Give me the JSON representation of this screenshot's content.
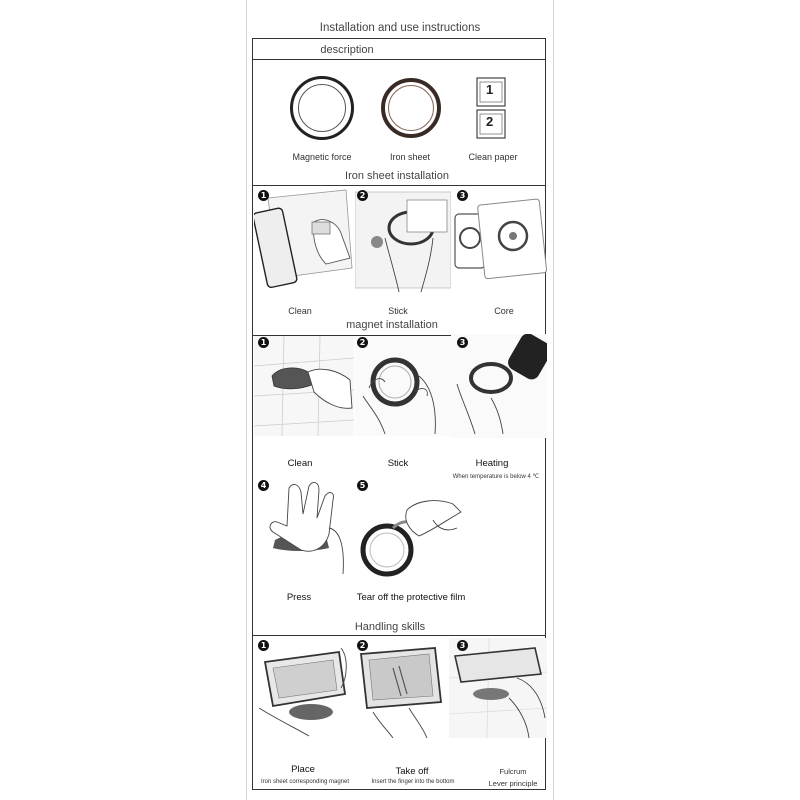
{
  "title": "Installation and use instructions",
  "description": {
    "heading": "description",
    "items": [
      {
        "label": "Magnetic force",
        "icon": "magnetic-ring-icon"
      },
      {
        "label": "Iron sheet",
        "icon": "iron-sheet-ring-icon"
      },
      {
        "label": "Clean paper",
        "icon": "clean-paper-icon",
        "marks": [
          "1",
          "2"
        ]
      }
    ]
  },
  "iron_sheet_installation": {
    "heading": "Iron sheet installation",
    "steps": [
      {
        "number": "1",
        "label": "Clean"
      },
      {
        "number": "2",
        "label": "Stick"
      },
      {
        "number": "3",
        "label": "Core"
      }
    ]
  },
  "magnet_installation": {
    "heading": "magnet installation",
    "steps": [
      {
        "number": "1",
        "label": "Clean"
      },
      {
        "number": "2",
        "label": "Stick"
      },
      {
        "number": "3",
        "label": "Heating",
        "note": "When  temperature is below 4 ℃"
      },
      {
        "number": "4",
        "label": "Press"
      },
      {
        "number": "5",
        "label": "Tear off the protective film"
      }
    ]
  },
  "handling_skills": {
    "heading": "Handling skills",
    "steps": [
      {
        "number": "1",
        "label": "Place",
        "note": "Iron sheet corresponding magnet"
      },
      {
        "number": "2",
        "label": "Take off",
        "note": "Insert the finger into the bottom"
      },
      {
        "number": "3",
        "label": "Fulcrum",
        "note": "Lever principle"
      }
    ]
  }
}
